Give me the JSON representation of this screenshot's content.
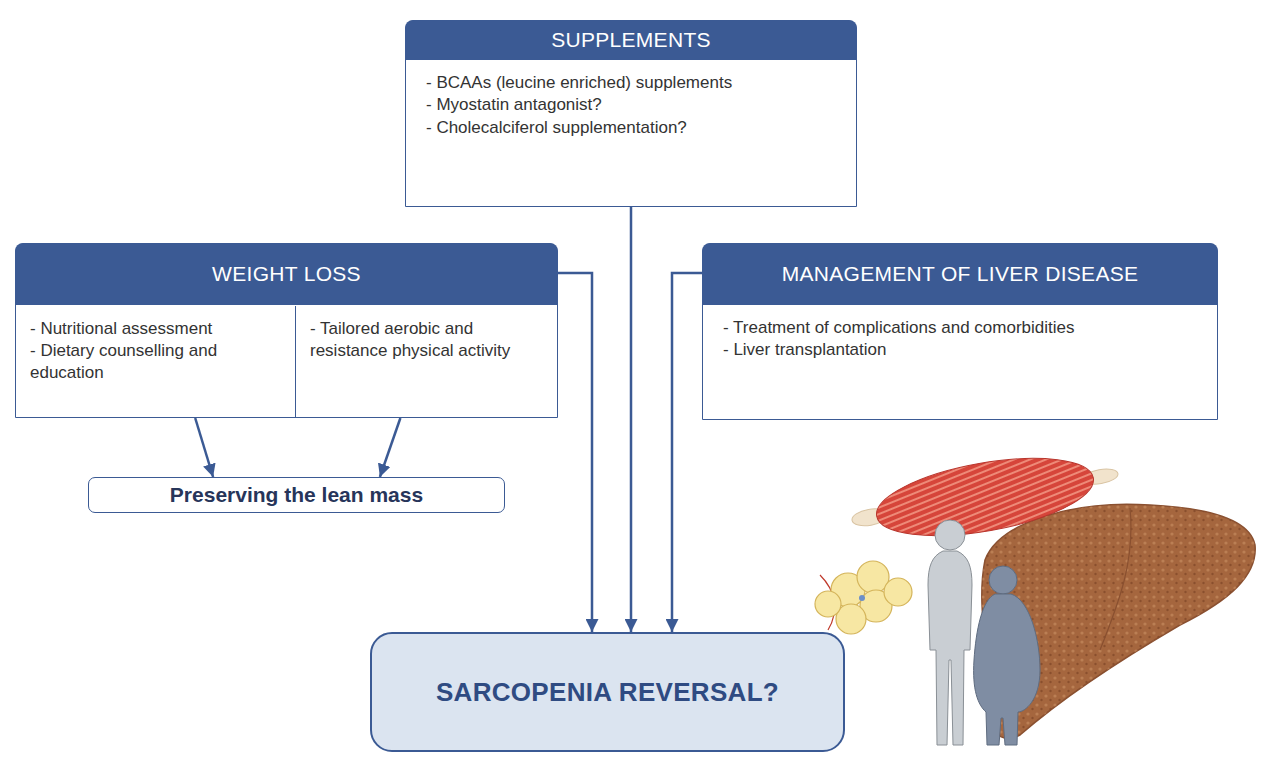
{
  "diagram": {
    "nodes": [
      {
        "text": [
          "SUPPLEMENTS",
          "- BCAAs (leucine enriched) supplements",
          "- Myostatin antagonist?",
          "- Cholecalciferol supplementation?"
        ]
      },
      {
        "text": [
          "WEIGHT LOSS"
        ]
      },
      {
        "text": [
          "- Nutritional assessment",
          "- Dietary counselling and education"
        ],
        "in": 1
      },
      {
        "text": [
          "- Tailored aerobic and resistance physical activity"
        ],
        "in": 1
      },
      {
        "text": [
          "MANAGEMENT OF LIVER DISEASE",
          "- Treatment of complications and comorbidities",
          "- Liver transplantation"
        ]
      },
      {
        "text": [
          "Preserving the lean mass"
        ]
      },
      {
        "text": [
          "SARCOPENIA REVERSAL?"
        ]
      }
    ],
    "edges": [
      {
        "from": 0,
        "to": 6,
        "arrow": "to"
      },
      {
        "from": 1,
        "to": 6,
        "arrow": "to"
      },
      {
        "from": 4,
        "to": 6,
        "arrow": "to"
      },
      {
        "from": 2,
        "to": 5,
        "arrow": "to"
      },
      {
        "from": 3,
        "to": 5,
        "arrow": "to"
      }
    ]
  }
}
